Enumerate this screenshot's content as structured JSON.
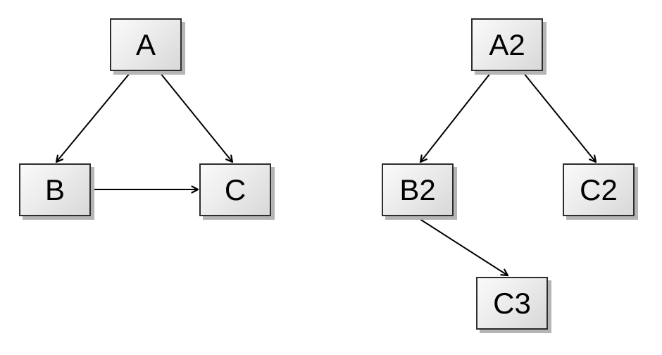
{
  "diagram": {
    "background_color": "#ffffff",
    "node_style": {
      "fill_top": "#fafafa",
      "fill_bottom": "#d8d8d8",
      "border_color": "#2d2d2d",
      "shadow_color": "#b5b5b5",
      "text_color": "#000000"
    },
    "edge_style": {
      "line_color": "#000000",
      "arrowhead": "open-v"
    }
  },
  "graphs": [
    {
      "name": "left-graph",
      "nodes": [
        {
          "id": "A",
          "label": "A"
        },
        {
          "id": "B",
          "label": "B"
        },
        {
          "id": "C",
          "label": "C"
        }
      ],
      "edges": [
        {
          "from": "A",
          "to": "B"
        },
        {
          "from": "A",
          "to": "C"
        },
        {
          "from": "B",
          "to": "C"
        }
      ]
    },
    {
      "name": "right-graph",
      "nodes": [
        {
          "id": "A2",
          "label": "A2"
        },
        {
          "id": "B2",
          "label": "B2"
        },
        {
          "id": "C2",
          "label": "C2"
        },
        {
          "id": "C3",
          "label": "C3"
        }
      ],
      "edges": [
        {
          "from": "A2",
          "to": "B2"
        },
        {
          "from": "A2",
          "to": "C2"
        },
        {
          "from": "B2",
          "to": "C3"
        }
      ]
    }
  ]
}
